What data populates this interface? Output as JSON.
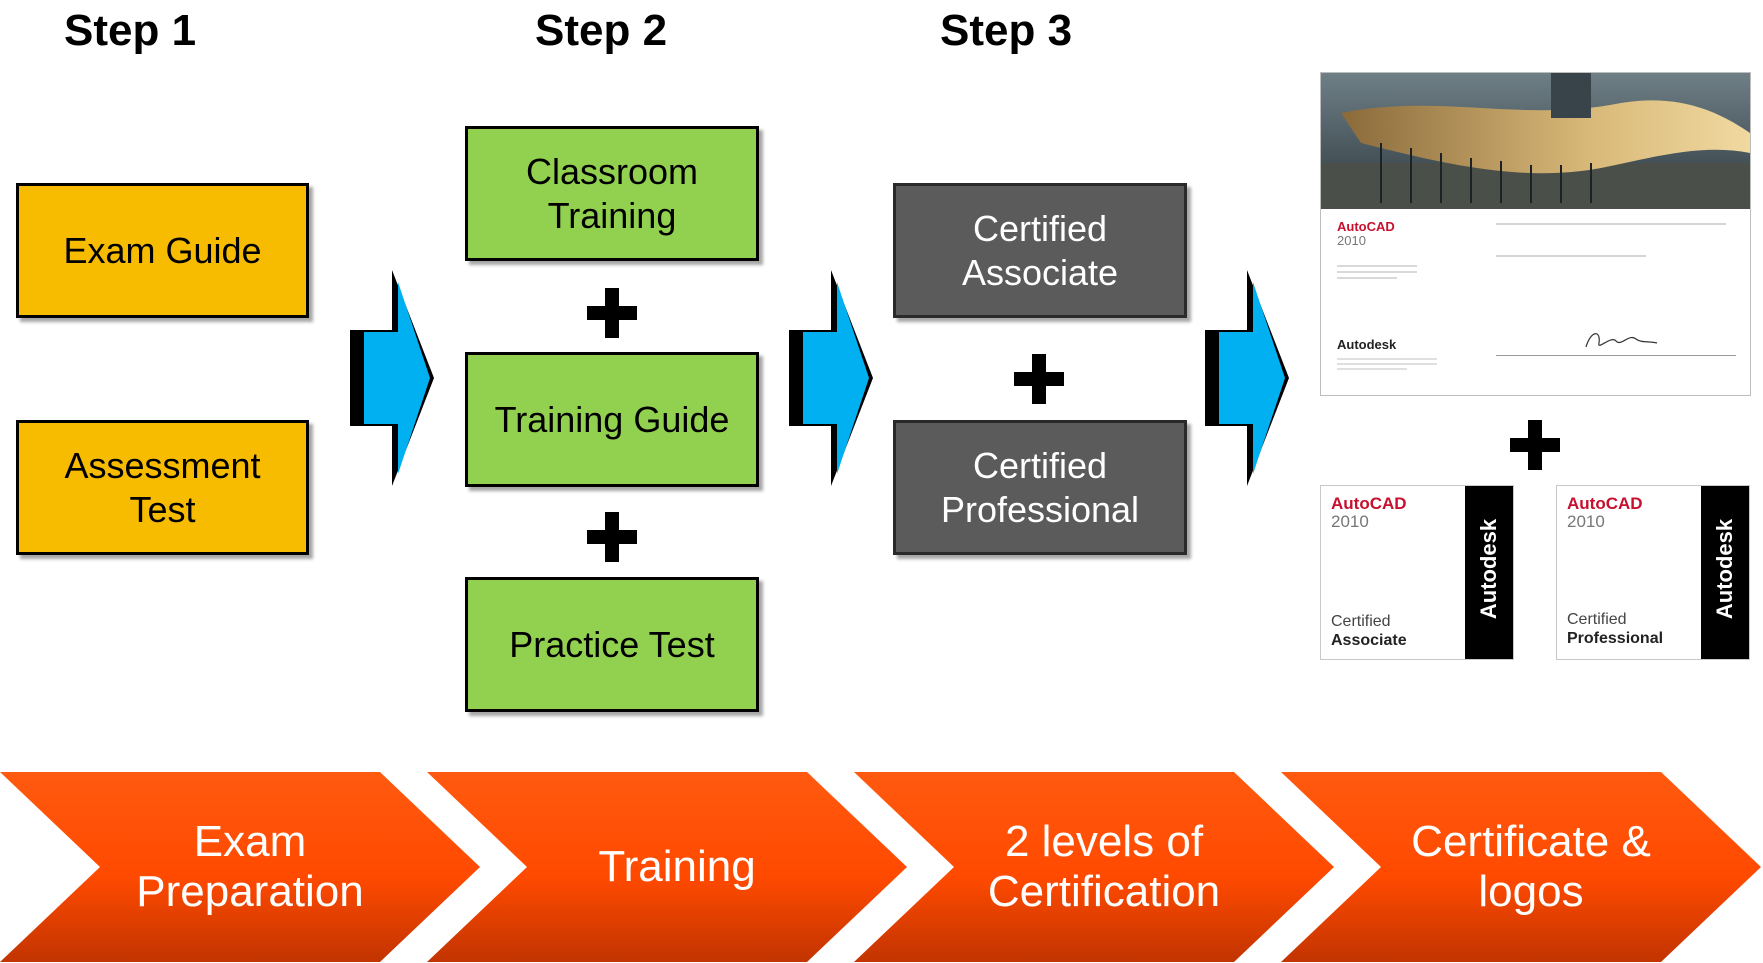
{
  "steps": {
    "step1": "Step 1",
    "step2": "Step 2",
    "step3": "Step 3"
  },
  "step1_boxes": {
    "exam_guide": "Exam Guide",
    "assessment_test": "Assessment\nTest"
  },
  "step2_boxes": {
    "classroom_training": "Classroom\nTraining",
    "training_guide": "Training Guide",
    "practice_test": "Practice Test"
  },
  "step3_boxes": {
    "certified_associate": "Certified\nAssociate",
    "certified_professional": "Certified\nProfessional"
  },
  "certificate": {
    "product": "AutoCAD",
    "version": "2010",
    "brand": "Autodesk"
  },
  "logos": {
    "associate": {
      "product": "AutoCAD",
      "version": "2010",
      "certified": "Certified",
      "level": "Associate",
      "brand": "Autodesk"
    },
    "professional": {
      "product": "AutoCAD",
      "version": "2010",
      "certified": "Certified",
      "level": "Professional",
      "brand": "Autodesk"
    }
  },
  "process": [
    "Exam\nPreparation",
    "Training",
    "2 levels of\nCertification",
    "Certificate &\nlogos"
  ],
  "colors": {
    "orange_box": "#f7bb00",
    "green_box": "#92d050",
    "gray_box": "#5b5b5b",
    "arrow_blue": "#00b0f0",
    "chevron_orange": "#ff4a00",
    "autocad_red": "#c8102e"
  }
}
